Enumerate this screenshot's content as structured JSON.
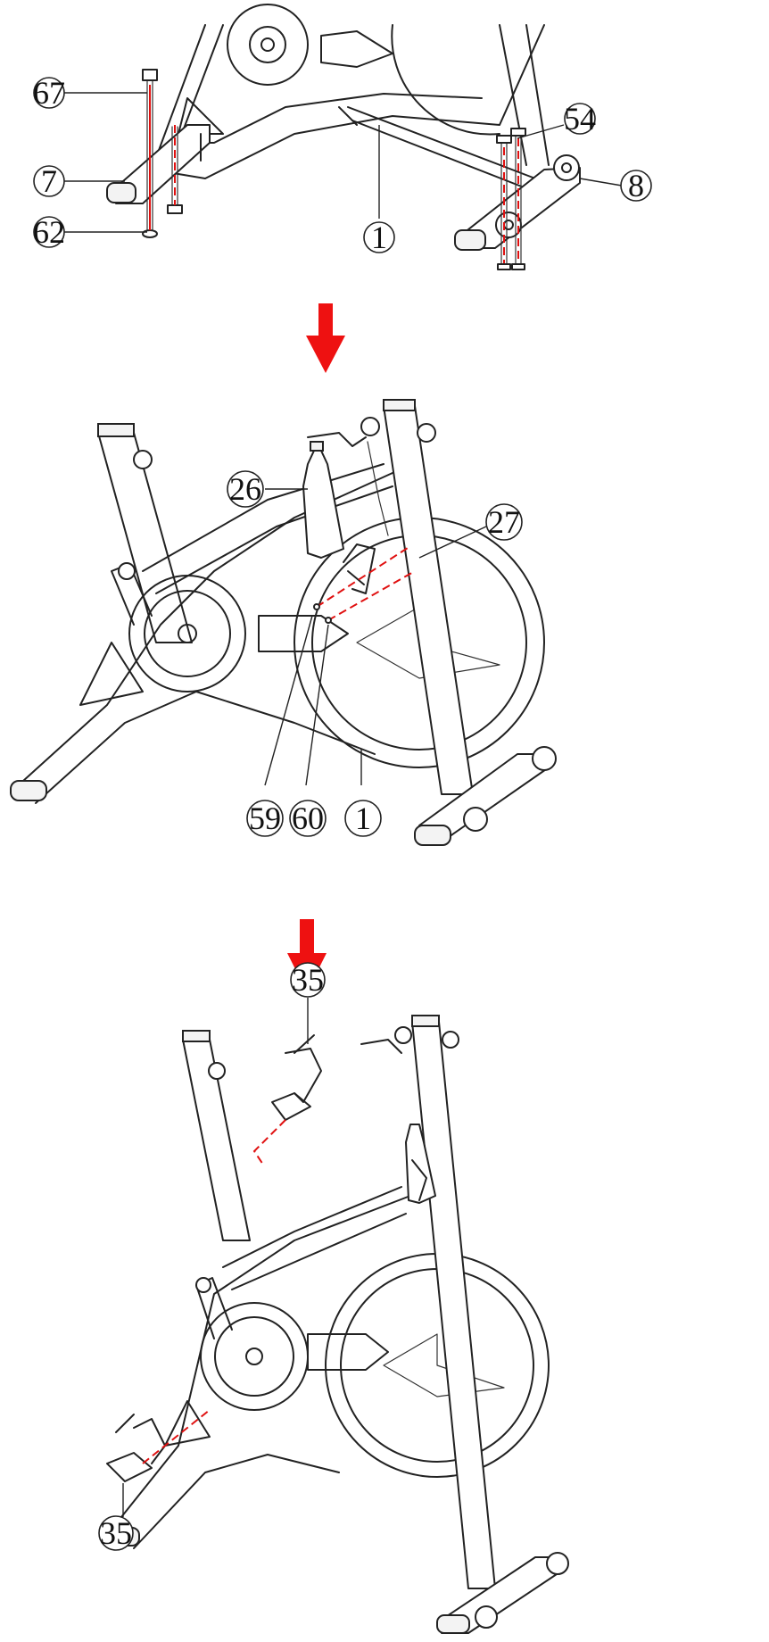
{
  "labels": {
    "p67": "67",
    "p7": "7",
    "p62": "62",
    "p1a": "1",
    "p54": "54",
    "p8": "8",
    "p26": "26",
    "p27": "27",
    "p59": "59",
    "p60": "60",
    "p1b": "1",
    "p35a": "35",
    "p35b": "35"
  },
  "colors": {
    "arrow": "#ee1111",
    "assembly_line": "#e01010",
    "line_art": "#222222"
  }
}
